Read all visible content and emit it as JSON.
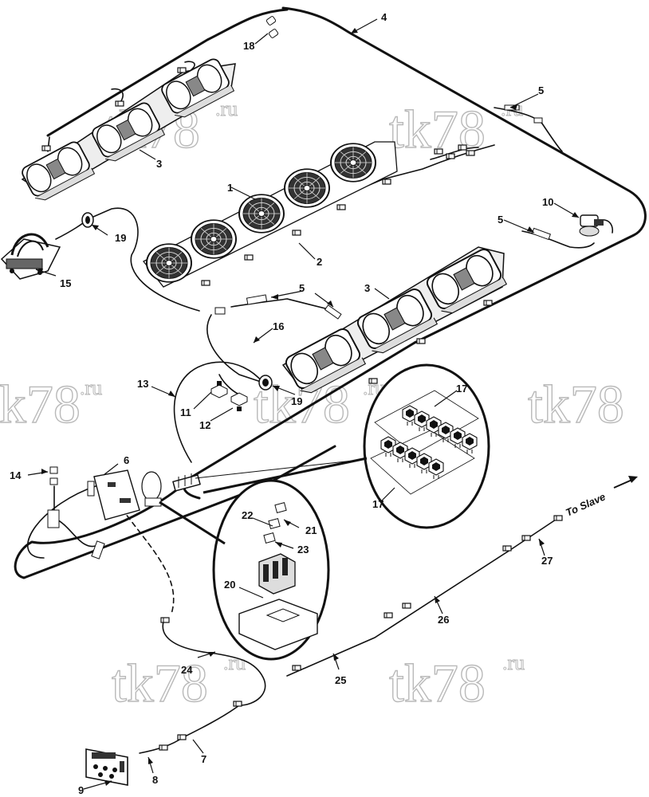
{
  "diagram": {
    "watermark": {
      "main": "tk78",
      "suffix": ".ru"
    },
    "direction_label": "To Slave",
    "callouts": [
      "1",
      "2",
      "3",
      "4",
      "5",
      "6",
      "7",
      "8",
      "9",
      "10",
      "11",
      "12",
      "13",
      "14",
      "15",
      "16",
      "17",
      "18",
      "19",
      "20",
      "21",
      "22",
      "23",
      "24",
      "25",
      "26",
      "27"
    ]
  }
}
